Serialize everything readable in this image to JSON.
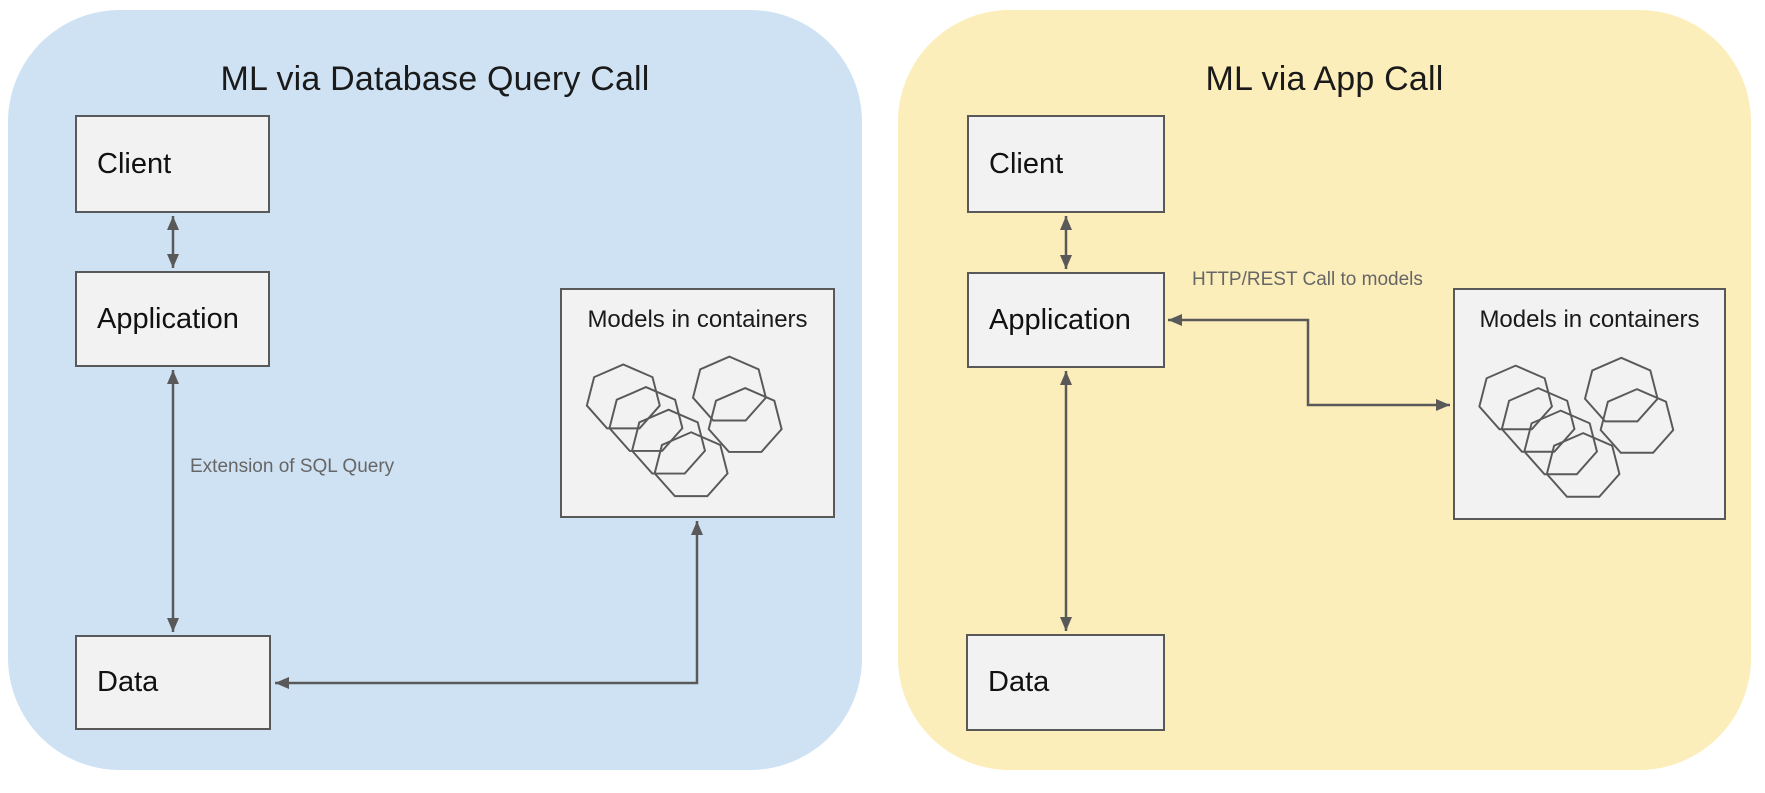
{
  "diagram": {
    "panels": [
      {
        "title": "ML via Database Query Call",
        "bg_color": "#cfe2f3",
        "nodes": [
          {
            "id": "client",
            "label": "Client"
          },
          {
            "id": "application",
            "label": "Application"
          },
          {
            "id": "data",
            "label": "Data"
          },
          {
            "id": "models",
            "label": "Models in containers"
          }
        ],
        "edges": [
          {
            "from": "Client",
            "to": "Application",
            "arrows": "both"
          },
          {
            "from": "Application",
            "to": "Data",
            "arrows": "both",
            "label": "Extension of SQL Query"
          },
          {
            "from": "Data",
            "to": "Models in containers",
            "arrows": "both"
          }
        ]
      },
      {
        "title": "ML via App Call",
        "bg_color": "#fceeba",
        "nodes": [
          {
            "id": "client",
            "label": "Client"
          },
          {
            "id": "application",
            "label": "Application"
          },
          {
            "id": "data",
            "label": "Data"
          },
          {
            "id": "models",
            "label": "Models in containers"
          }
        ],
        "edges": [
          {
            "from": "Client",
            "to": "Application",
            "arrows": "both"
          },
          {
            "from": "Application",
            "to": "Data",
            "arrows": "both"
          },
          {
            "from": "Application",
            "to": "Models in containers",
            "arrows": "both",
            "label": "HTTP/REST Call to models"
          }
        ]
      }
    ],
    "colors": {
      "panel_blue": "#cfe2f3",
      "panel_yellow": "#fceeba",
      "node_fill": "#f2f2f2",
      "node_border": "#595959",
      "arrow": "#595959",
      "edge_label_text": "#666666",
      "title_text": "#1a1a1a"
    }
  }
}
